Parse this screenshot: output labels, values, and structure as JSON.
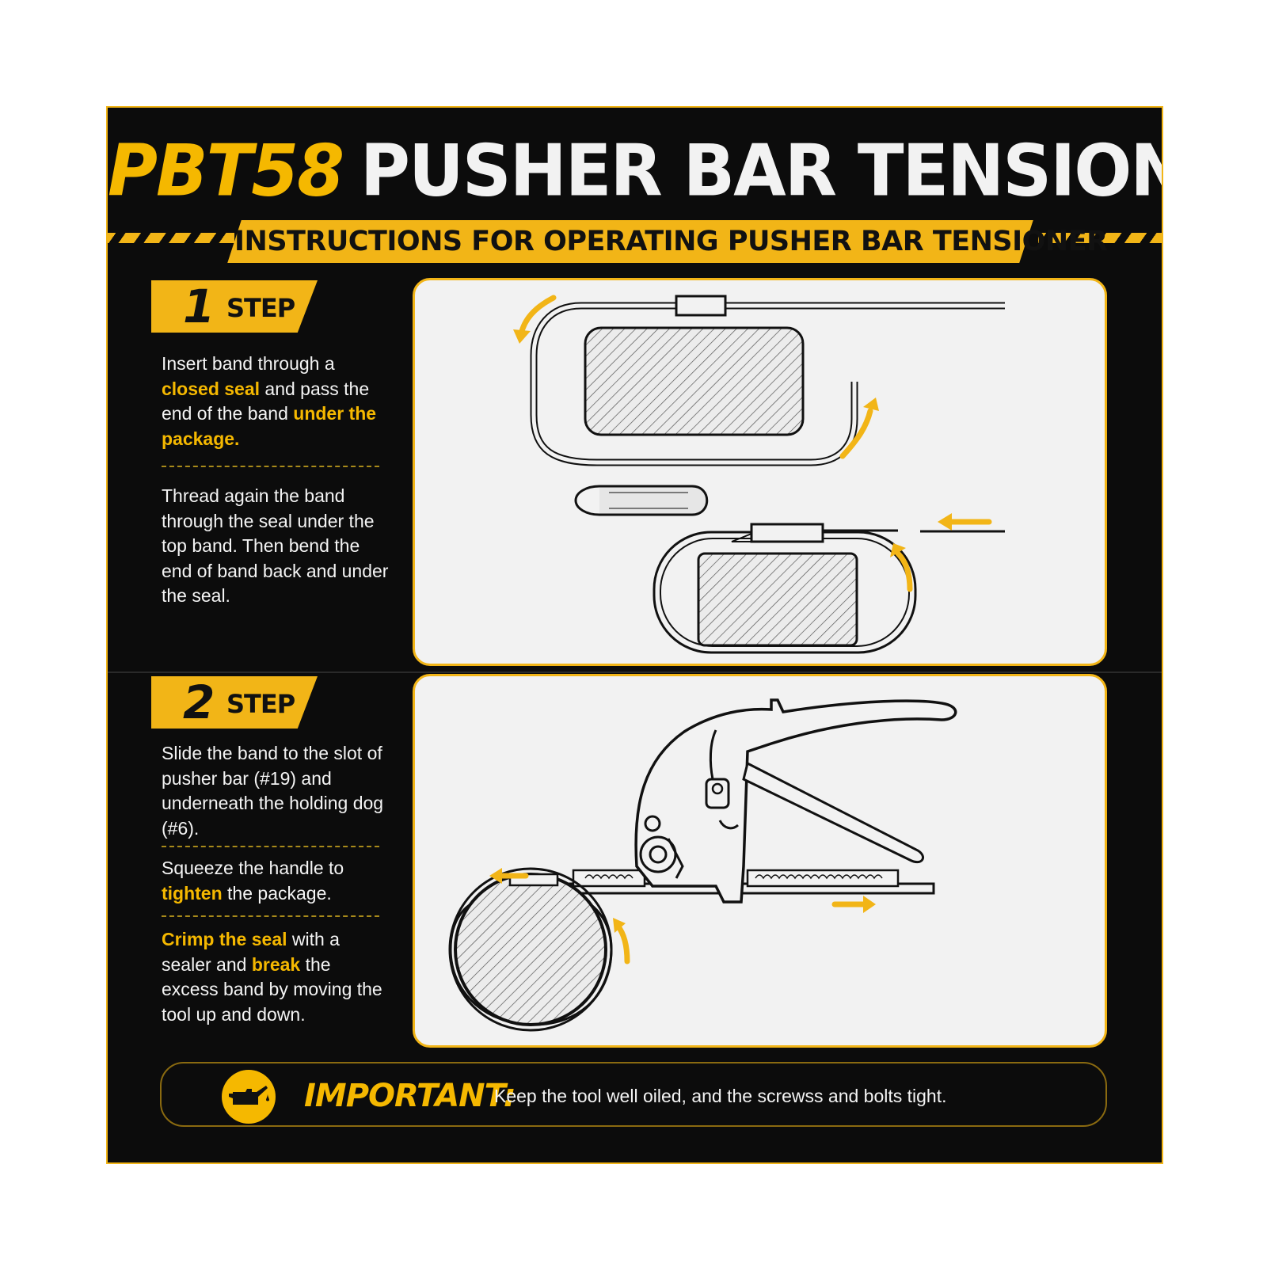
{
  "header": {
    "code": "PBT58",
    "title": "PUSHER BAR TENSIONER",
    "subtitle": "INSTRUCTIONS FOR OPERATING PUSHER BAR TENSIONER"
  },
  "steps": [
    {
      "number": "1",
      "label": "STEP",
      "blocks": [
        [
          {
            "t": "Insert band through ",
            "h": false
          },
          {
            "t": "a ",
            "h": false
          },
          {
            "t": "closed seal",
            "h": true
          },
          {
            "t": " and pass the end of the band ",
            "h": false
          },
          {
            "t": "under the package.",
            "h": true
          }
        ],
        [
          {
            "t": "Thread again the band through the seal under the top band. Then bend the end of band back and under the seal.",
            "h": false
          }
        ]
      ]
    },
    {
      "number": "2",
      "label": "STEP",
      "blocks": [
        [
          {
            "t": "Slide the band to the slot of pusher bar (#19) and underneath the holding dog (#6).",
            "h": false
          }
        ],
        [
          {
            "t": "Squeeze the handle to ",
            "h": false
          },
          {
            "t": "tighten",
            "h": true
          },
          {
            "t": " the package.",
            "h": false
          }
        ],
        [
          {
            "t": "Crimp the seal",
            "h": true
          },
          {
            "t": " with a sealer and ",
            "h": false
          },
          {
            "t": "break",
            "h": true
          },
          {
            "t": " the excess band by moving the tool up and down.",
            "h": false
          }
        ]
      ]
    }
  ],
  "important": {
    "label": "IMPORTANT:",
    "text": "Keep the tool well oiled, and the screwss and bolts tight."
  },
  "colors": {
    "accent": "#f5b800",
    "background": "#0c0c0c",
    "panel": "#f2f2f2"
  },
  "icons": [
    "oil-can-icon",
    "arrow-icon"
  ]
}
